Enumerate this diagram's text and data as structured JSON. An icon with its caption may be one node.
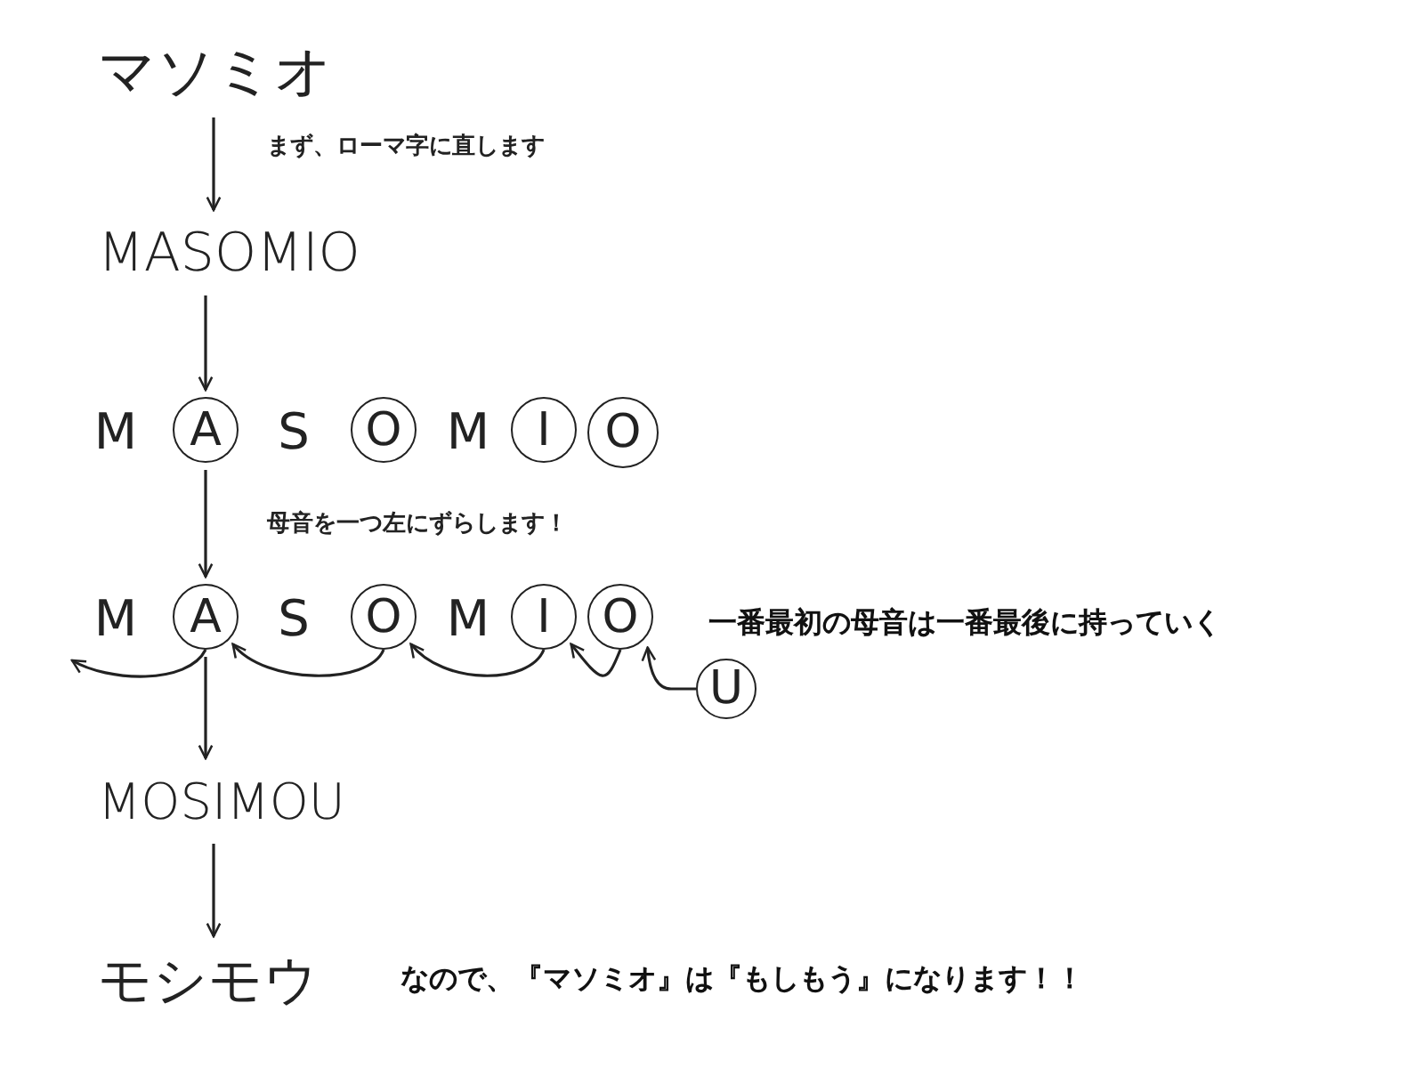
{
  "diagram": {
    "nodes": [
      {
        "text": [
          "マソミオ"
        ]
      },
      {
        "text": [
          "MASOMIO"
        ]
      },
      {
        "text": [
          "A"
        ]
      },
      {
        "text": [
          "O"
        ]
      },
      {
        "text": [
          "I"
        ]
      },
      {
        "text": [
          "O"
        ]
      },
      {
        "text": [
          "A"
        ]
      },
      {
        "text": [
          "O"
        ]
      },
      {
        "text": [
          "I"
        ]
      },
      {
        "text": [
          "O"
        ]
      },
      {
        "text": [
          "U"
        ]
      },
      {
        "text": [
          "MOSIMOU"
        ]
      },
      {
        "text": [
          "モシモウ"
        ]
      }
    ],
    "edges": [
      {
        "from": 0,
        "to": 1,
        "arrow": "to",
        "label": "まず、ローマ字に直します"
      },
      {
        "from": 1,
        "to": 2,
        "arrow": "to"
      },
      {
        "from": 2,
        "to": 6,
        "arrow": "to",
        "label": "母音を一つ左にずらします！"
      },
      {
        "from": 6,
        "to": 11,
        "arrow": "to"
      },
      {
        "from": 11,
        "to": 12,
        "arrow": "to"
      },
      {
        "from": 6,
        "to": null,
        "arrow": "to"
      },
      {
        "from": 7,
        "to": 6,
        "arrow": "to"
      },
      {
        "from": 8,
        "to": 7,
        "arrow": "to"
      },
      {
        "from": 9,
        "to": 8,
        "arrow": "to"
      },
      {
        "from": 10,
        "to": 9,
        "arrow": "to"
      }
    ],
    "labels": [
      "M",
      "S",
      "M",
      "M",
      "S",
      "M",
      "一番最初の母音は一番最後に持っていく",
      "なので、『マソミオ』は『もしもう』になります！！"
    ]
  }
}
